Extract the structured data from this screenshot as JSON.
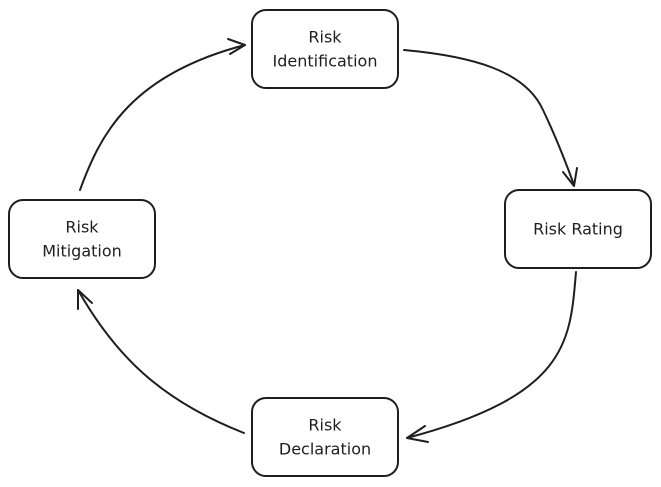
{
  "colors": {
    "stroke": "#1e1e1e",
    "background": "#ffffff"
  },
  "nodes": {
    "identification": {
      "line1": "Risk",
      "line2": "Identification"
    },
    "rating": {
      "line1": "Risk Rating"
    },
    "declaration": {
      "line1": "Risk",
      "line2": "Declaration"
    },
    "mitigation": {
      "line1": "Risk",
      "line2": "Mitigation"
    }
  },
  "edges": [
    {
      "from": "Risk Identification",
      "to": "Risk Rating"
    },
    {
      "from": "Risk Rating",
      "to": "Risk Declaration"
    },
    {
      "from": "Risk Declaration",
      "to": "Risk Mitigation"
    },
    {
      "from": "Risk Mitigation",
      "to": "Risk Identification"
    }
  ]
}
